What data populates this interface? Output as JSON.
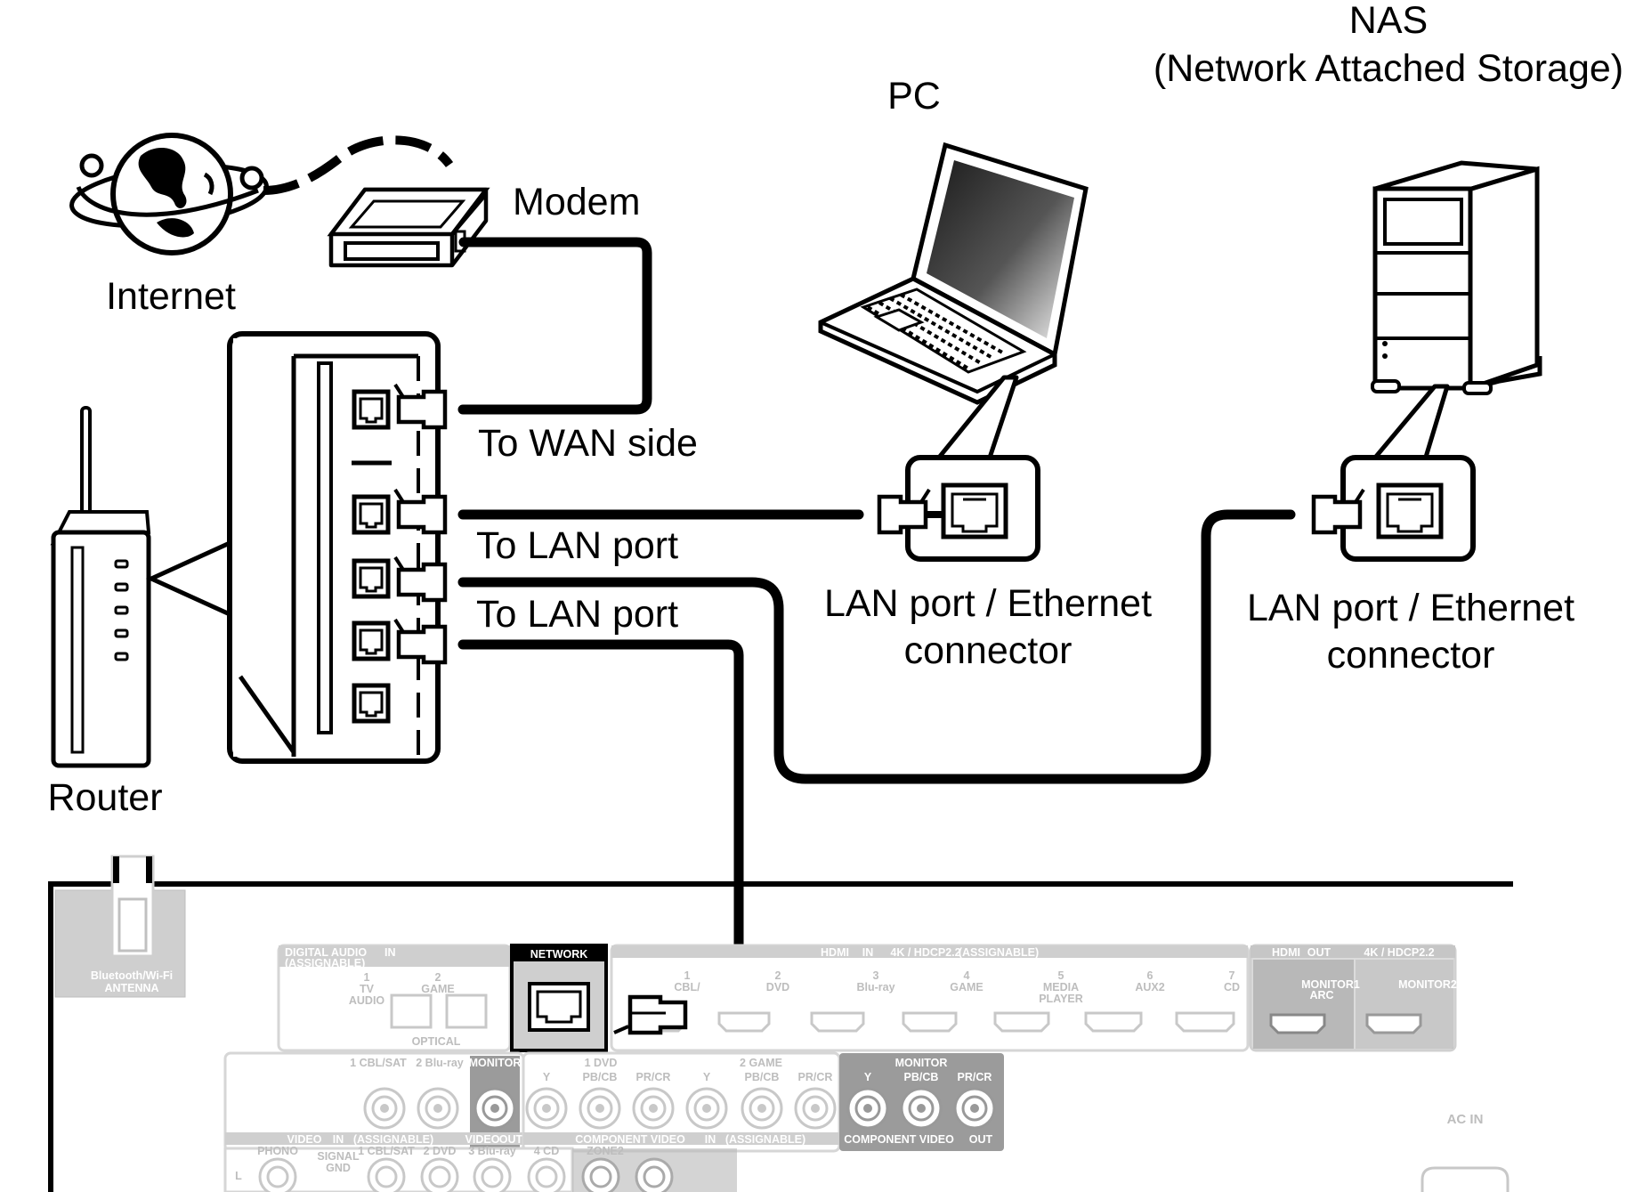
{
  "labels": {
    "nas_title": "NAS",
    "nas_subtitle": "(Network Attached Storage)",
    "pc": "PC",
    "modem": "Modem",
    "internet": "Internet",
    "router": "Router",
    "to_wan": "To WAN side",
    "to_lan_1": "To LAN port",
    "to_lan_2": "To LAN port",
    "lan_connector_pc_l1": "LAN port / Ethernet",
    "lan_connector_pc_l2": "connector",
    "lan_connector_nas_l1": "LAN port / Ethernet",
    "lan_connector_nas_l2": "connector"
  },
  "rear_panel": {
    "antenna_l1": "Bluetooth/Wi-Fi",
    "antenna_l2": "ANTENNA",
    "digital_audio_title": "DIGITAL AUDIO",
    "digital_audio_in": "IN",
    "digital_audio_sub": "(ASSIGNABLE)",
    "optical": "OPTICAL",
    "optical_inputs": [
      {
        "num": "1",
        "name": "TV",
        "name2": "AUDIO"
      },
      {
        "num": "2",
        "name": "GAME",
        "name2": ""
      }
    ],
    "network": "NETWORK",
    "hdmi_in_title": "HDMI",
    "hdmi_in_badge": "IN",
    "hdmi_in_spec": "4K / HDCP2.2",
    "hdmi_in_assign": "(ASSIGNABLE)",
    "hdmi_inputs": [
      {
        "num": "1",
        "name": "CBL/",
        "name2": ""
      },
      {
        "num": "2",
        "name": "DVD",
        "name2": ""
      },
      {
        "num": "3",
        "name": "Blu-ray",
        "name2": ""
      },
      {
        "num": "4",
        "name": "GAME",
        "name2": ""
      },
      {
        "num": "5",
        "name": "MEDIA",
        "name2": "PLAYER"
      },
      {
        "num": "6",
        "name": "AUX2",
        "name2": ""
      },
      {
        "num": "7",
        "name": "CD",
        "name2": ""
      }
    ],
    "hdmi_out_title": "HDMI",
    "hdmi_out_badge": "OUT",
    "hdmi_out_spec": "4K / HDCP2.2",
    "monitor1_l1": "MONITOR1",
    "monitor1_l2": "ARC",
    "monitor2": "MONITOR2",
    "video_inputs": [
      "1 CBL/SAT",
      "2 Blu-ray"
    ],
    "monitor": "MONITOR",
    "video_in_label": "VIDEO",
    "video_in_badge": "IN",
    "video_assign": "(ASSIGNABLE)",
    "video_out_label": "VIDEO",
    "video_out_badge": "OUT",
    "component_groups": [
      "1 DVD",
      "2 GAME"
    ],
    "component_channels": [
      "Y",
      "PB/CB",
      "PR/CR"
    ],
    "component_in_label": "COMPONENT VIDEO",
    "component_in_badge": "IN",
    "component_assign": "(ASSIGNABLE)",
    "component_monitor": "MONITOR",
    "component_out_label": "COMPONENT VIDEO",
    "component_out_badge": "OUT",
    "audio_row": [
      "L",
      "PHONO",
      "SIGNAL",
      "GND",
      "1 CBL/SAT",
      "2 DVD",
      "3 Blu-ray",
      "4 CD",
      "ZONE2"
    ],
    "ac_in": "AC IN"
  }
}
